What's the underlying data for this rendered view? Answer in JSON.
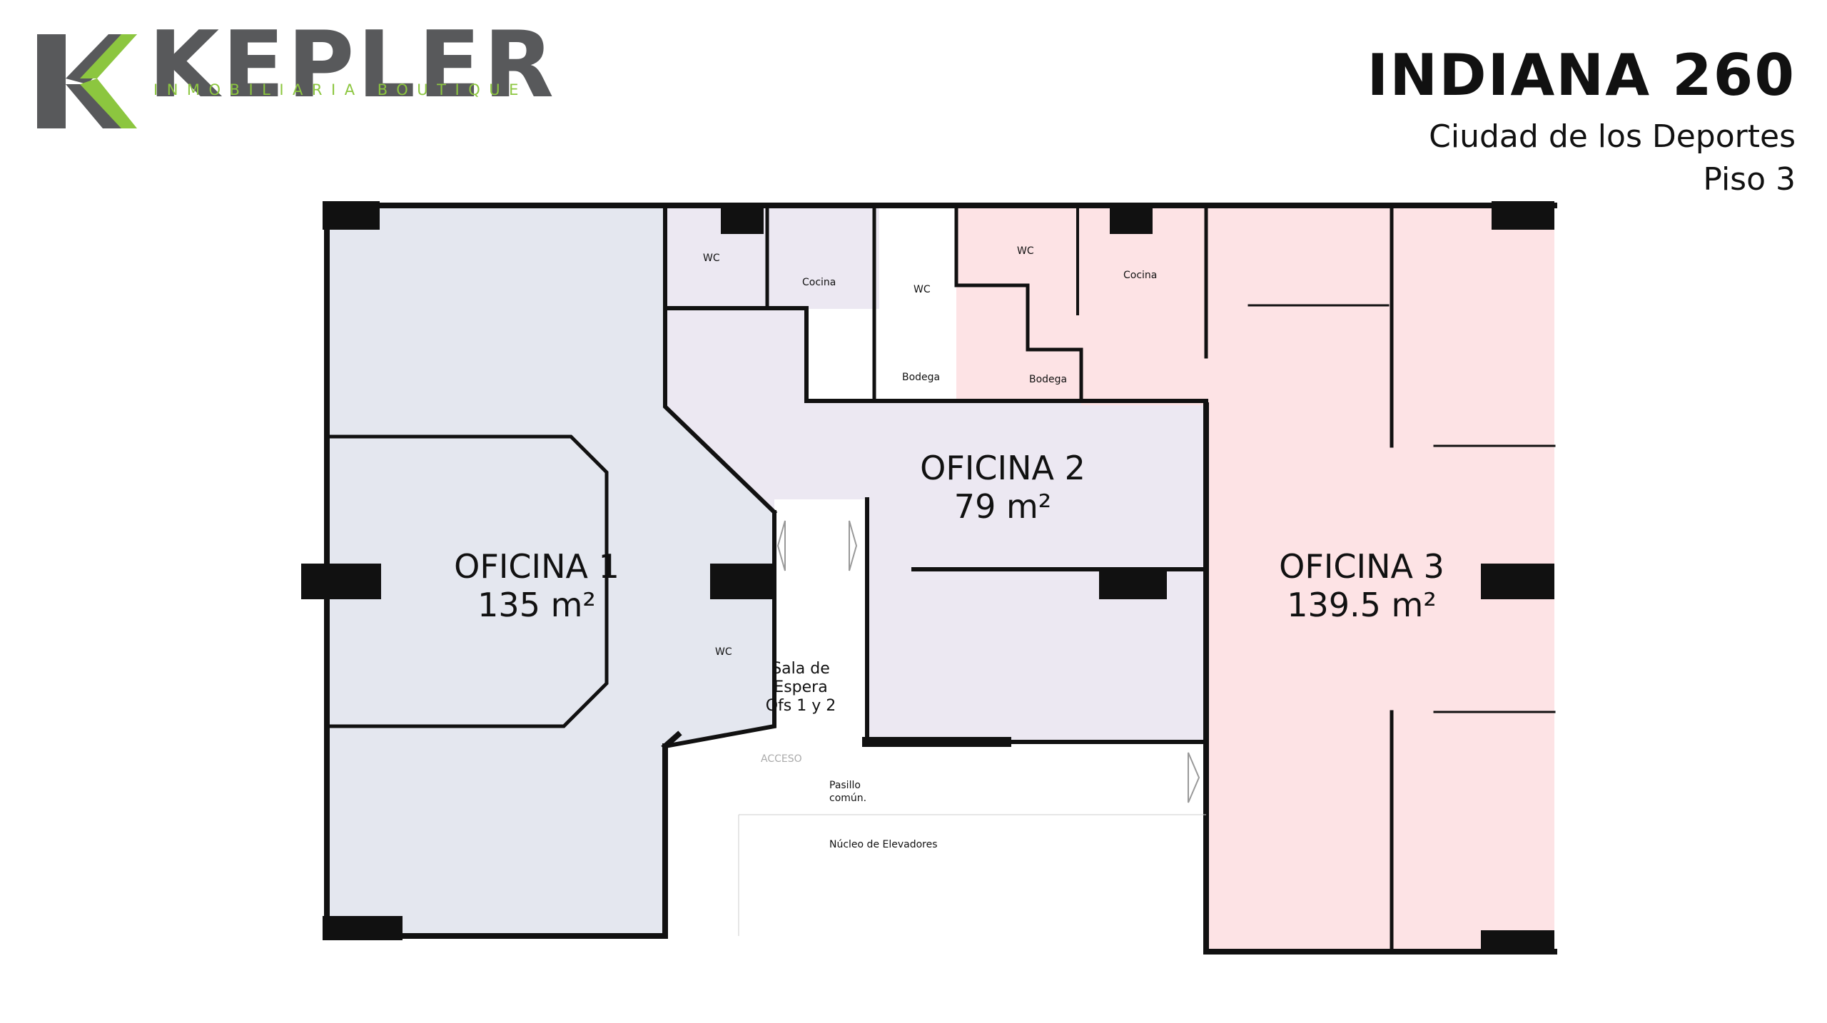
{
  "brand": {
    "name": "KEPLER",
    "tagline": "INMOBILIARIA BOUTIQUE",
    "colors": {
      "gray": "#58595b",
      "green": "#8cc63f"
    }
  },
  "header": {
    "title": "INDIANA 260",
    "subtitle": "Ciudad de los Deportes",
    "floor": "Piso 3"
  },
  "offices": [
    {
      "name": "OFICINA 1",
      "area": "135 m²",
      "color": "#e4e7ef"
    },
    {
      "name": "OFICINA 2",
      "area": "79 m²",
      "color": "#ece8f2"
    },
    {
      "name": "OFICINA 3",
      "area": "139.5 m²",
      "color": "#fde3e5"
    }
  ],
  "rooms": {
    "wc": "WC",
    "cocina": "Cocina",
    "bodega": "Bodega",
    "waiting_1": "Sala de",
    "waiting_2": "Espera",
    "waiting_3": "Ofs 1 y 2",
    "hall_1": "Pasillo",
    "hall_2": "común.",
    "elevators": "Núcleo de Elevadores",
    "access": "ACCESO"
  }
}
